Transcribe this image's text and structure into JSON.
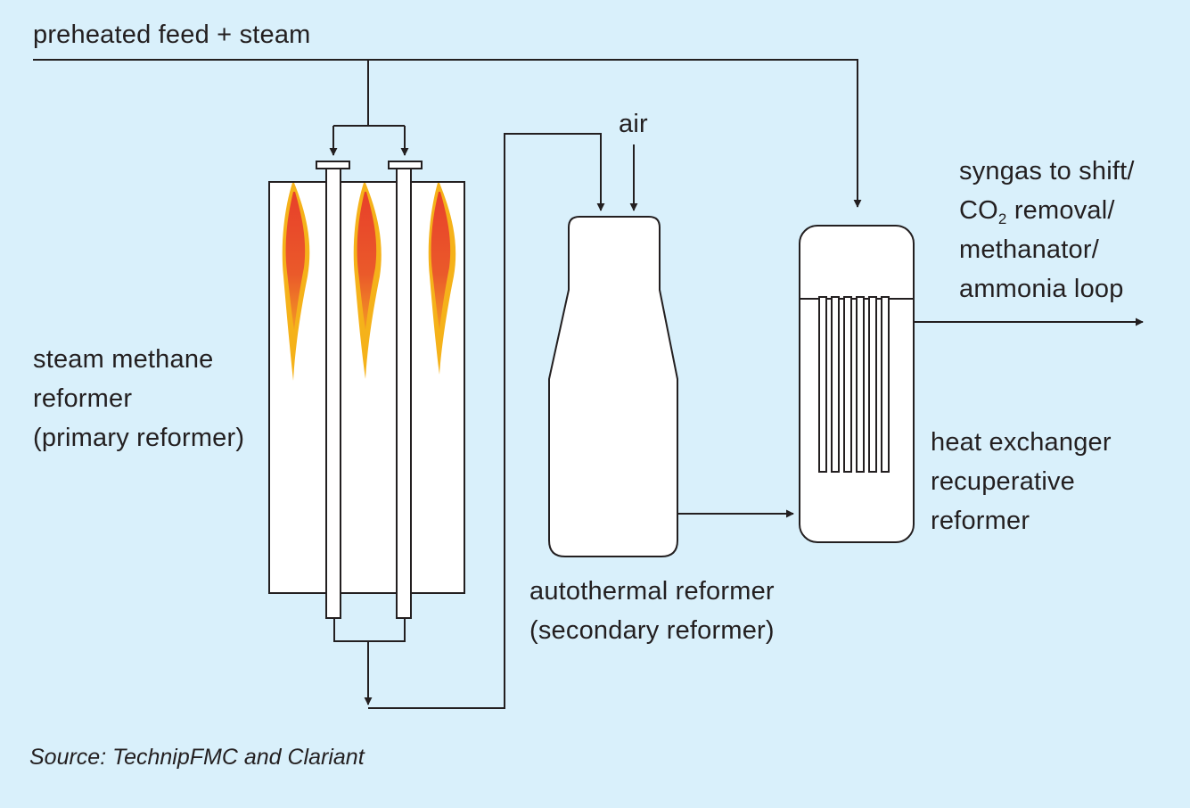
{
  "labels": {
    "feed": "preheated feed + steam",
    "air": "air",
    "syngas": {
      "line1": "syngas to shift/",
      "co2_prefix": "CO",
      "co2_sub": "2",
      "co2_suffix": " removal/",
      "line3": "methanator/",
      "line4": "ammonia loop"
    },
    "smr": [
      "steam methane",
      "reformer",
      "(primary reformer)"
    ],
    "atr": [
      "autothermal reformer",
      "(secondary reformer)"
    ],
    "hex": [
      "heat exchanger",
      "recuperative",
      "reformer"
    ],
    "source": "Source: TechnipFMC and Clariant"
  },
  "colors": {
    "background": "#d9f0fb",
    "line": "#231f20",
    "vessel_fill": "#ffffff",
    "flame_outer": "#f5b21a",
    "flame_inner": "#e8402a"
  }
}
